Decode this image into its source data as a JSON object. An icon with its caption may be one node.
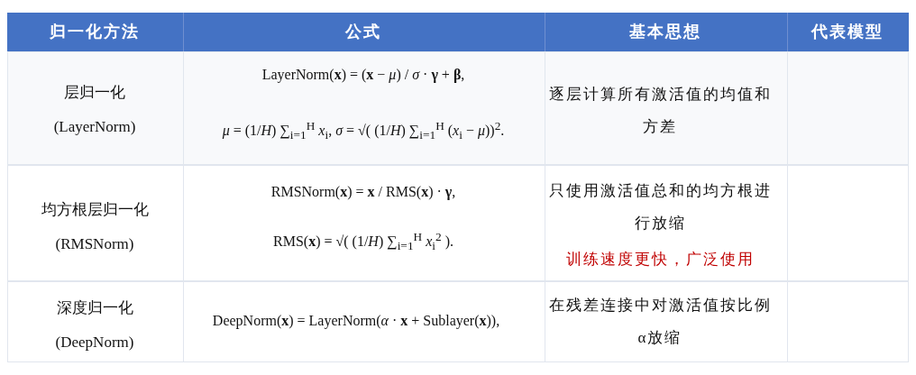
{
  "diagram": {
    "labels": [
      "归一化方法",
      "公式",
      "基本思想",
      "代表模型",
      "层归一化",
      "(LayerNorm)",
      "LayerNorm(**x**) = (**x** − *μ*) / *σ* · **γ** + **β**,",
      "*μ* = (1/*H*) ∑$_{i=1}$$^{H}$ *x*$_{i}$,   *σ* = √( (1/*H*) ∑$_{i=1}$$^{H}$ (*x*$_{i}$ − *μ*))$^{2}$.",
      "逐层计算所有激活值的均值和方差",
      "均方根层归一化",
      "(RMSNorm)",
      "RMSNorm(**x**) = **x** / RMS(**x**) · **γ**,",
      "RMS(**x**) = √( (1/*H*) ∑$_{i=1}$$^{H}$ *x*$_{i}$$^{2}$ ).",
      "只使用激活值总和的均方根进行放缩",
      "训练速度更快，广泛使用",
      "深度归一化",
      "(DeepNorm)",
      "DeepNorm(**x**) = LayerNorm(*α* · **x** + Sublayer(**x**)),",
      "在残差连接中对激活值按比例α放缩"
    ]
  }
}
